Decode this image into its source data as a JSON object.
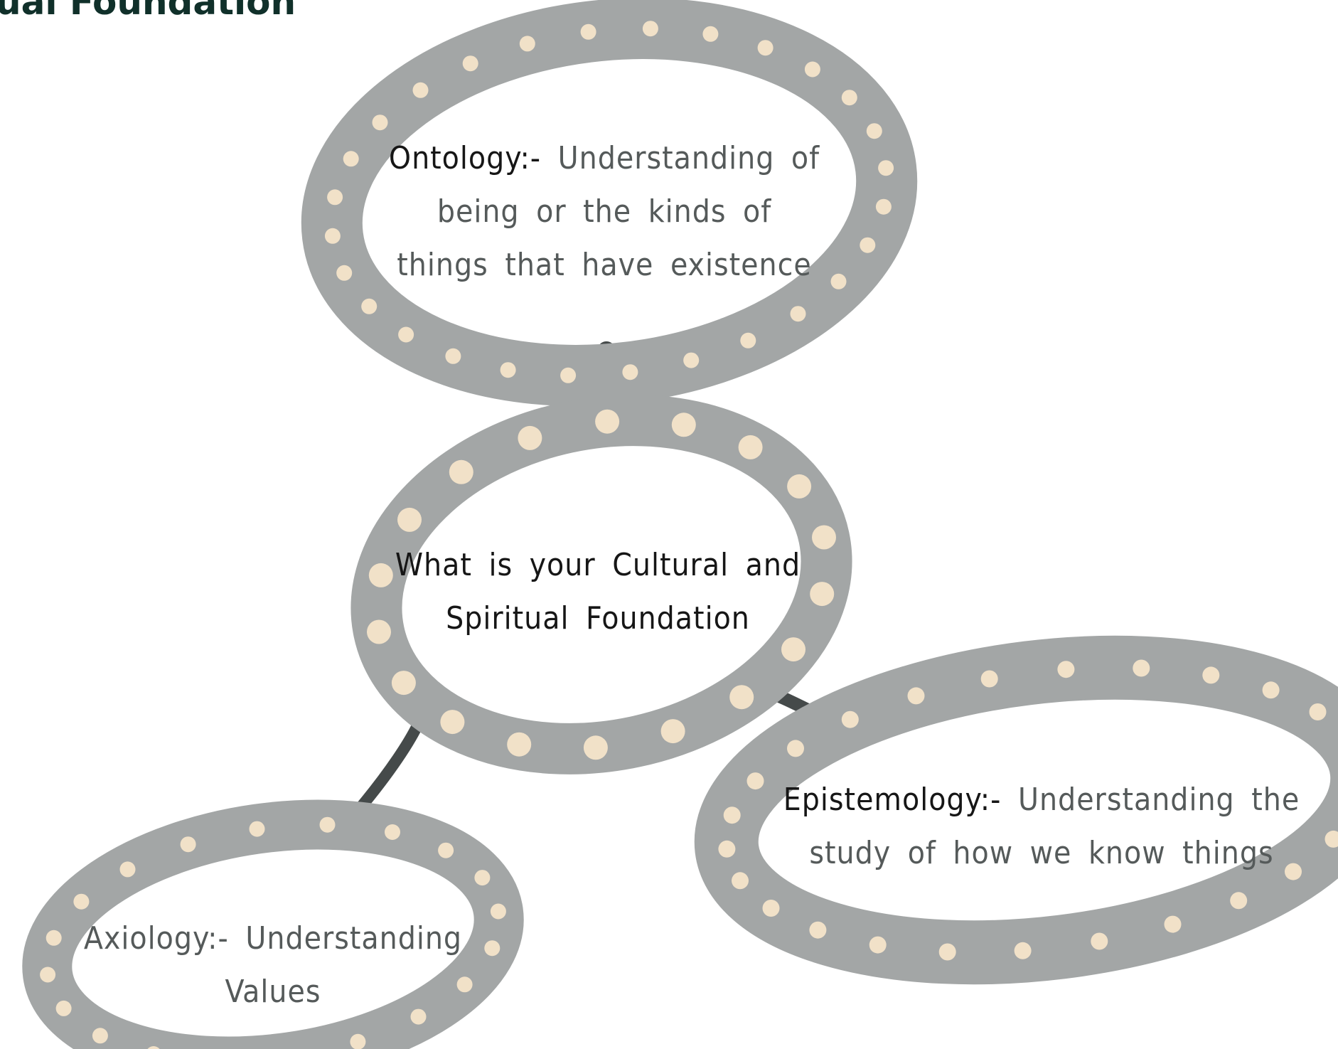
{
  "title": "ual Foundation",
  "center": {
    "line1": "What is your Cultural and",
    "line2": "Spiritual Foundation"
  },
  "ontology": {
    "term": "Ontology:-",
    "line1_rest": " Understanding of",
    "line2": "being or the kinds of",
    "line3": "things that have existence"
  },
  "epistemology": {
    "term": "Epistemology:-",
    "line1_rest": " Understanding the",
    "line2": "study of how we know things"
  },
  "axiology": {
    "line1": "Axiology:- Understanding",
    "line2": "Values"
  },
  "colors": {
    "ring": "#a3a6a6",
    "dots": "#f1e1c8",
    "connector": "#454a4a",
    "title": "#10302a",
    "term_text": "#161616",
    "body_text": "#555a5a"
  }
}
